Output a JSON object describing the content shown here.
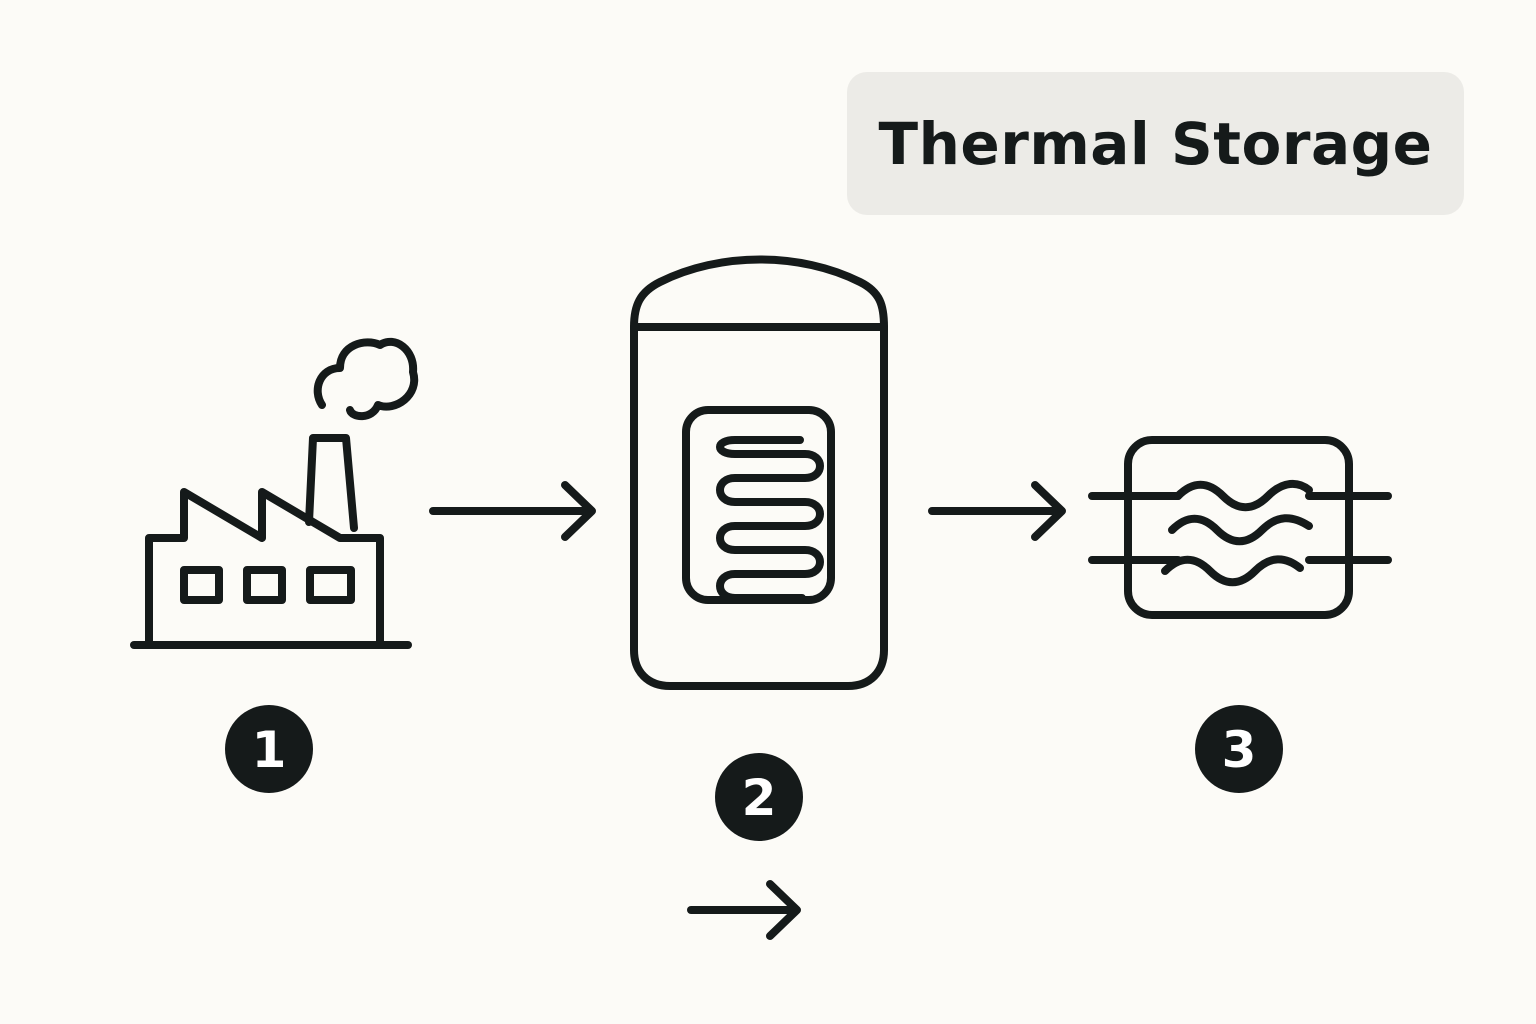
{
  "title": "Thermal Storage",
  "colors": {
    "background": "#fcfbf7",
    "title_box": "#ecebe7",
    "ink": "#151a1a",
    "badge_text": "#ffffff"
  },
  "steps": [
    {
      "number": "1",
      "icon": "factory-icon"
    },
    {
      "number": "2",
      "icon": "storage-tank-icon"
    },
    {
      "number": "3",
      "icon": "heat-exchanger-icon"
    }
  ],
  "arrows": [
    "arrow-right-icon",
    "arrow-right-icon",
    "arrow-right-icon"
  ]
}
